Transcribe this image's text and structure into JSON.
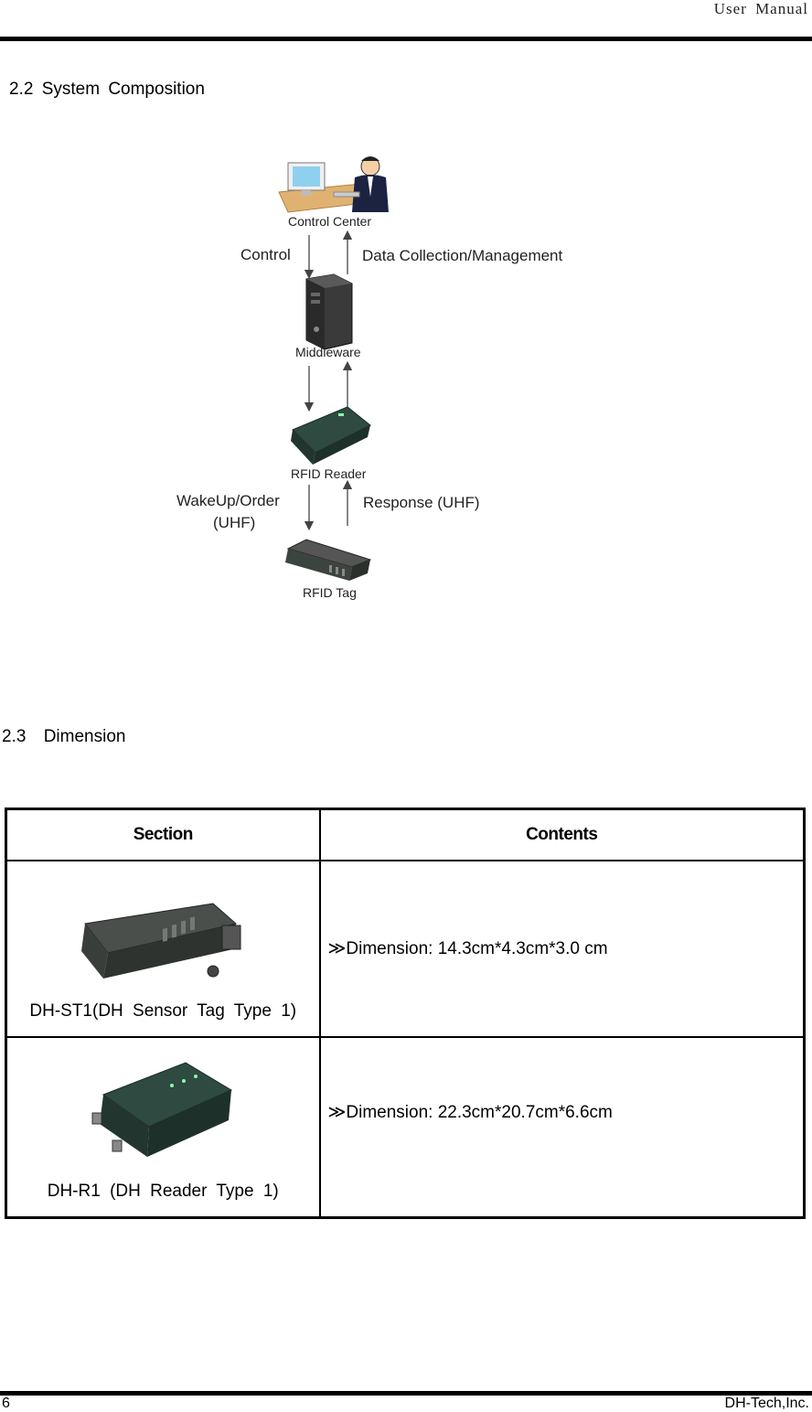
{
  "header": {
    "title": "User  Manual"
  },
  "section_2_2": {
    "title": "2.2  System  Composition"
  },
  "diagram": {
    "nodes": {
      "control_center": "Control Center",
      "middleware": "Middleware",
      "rfid_reader": "RFID Reader",
      "rfid_tag": "RFID Tag"
    },
    "edges": {
      "control": "Control",
      "data_collection": "Data Collection/Management",
      "wakeup_line1": "WakeUp/Order",
      "wakeup_line2": "(UHF)",
      "response": "Response (UHF)"
    }
  },
  "section_2_3": {
    "title": "2.3  Dimension"
  },
  "table": {
    "headers": {
      "section": "Section",
      "contents": "Contents"
    },
    "rows": [
      {
        "section": "DH-ST1(DH  Sensor  Tag  Type  1)",
        "contents": "≫Dimension: 14.3cm*4.3cm*3.0  cm"
      },
      {
        "section": "DH-R1  (DH  Reader  Type  1)",
        "contents": "≫Dimension: 22.3cm*20.7cm*6.6cm"
      }
    ]
  },
  "footer": {
    "page_number": "6",
    "company": "DH-Tech,Inc."
  },
  "colors": {
    "device_green": "#2f4a40",
    "tag_dark": "#3c4440"
  }
}
